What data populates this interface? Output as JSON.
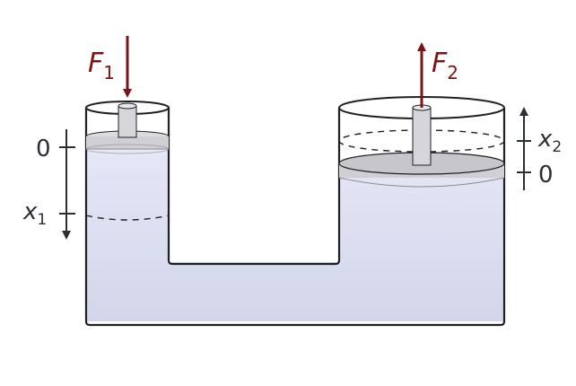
{
  "labels": {
    "force_left": {
      "symbol": "F",
      "sub": "1"
    },
    "force_right": {
      "symbol": "F",
      "sub": "2"
    },
    "axis_left": {
      "zero": "0",
      "var": "x",
      "sub": "1"
    },
    "axis_right": {
      "zero": "0",
      "var": "x",
      "sub": "2"
    }
  },
  "colors": {
    "fluid": "#dfe1f3",
    "fluid_top": "#eef0fb",
    "outline": "#1f1f24",
    "piston": "#c8c8cc",
    "rod": "#d6d6da",
    "arrow": "#7a1416"
  },
  "icons": [
    "down-arrow-icon",
    "up-arrow-icon"
  ]
}
